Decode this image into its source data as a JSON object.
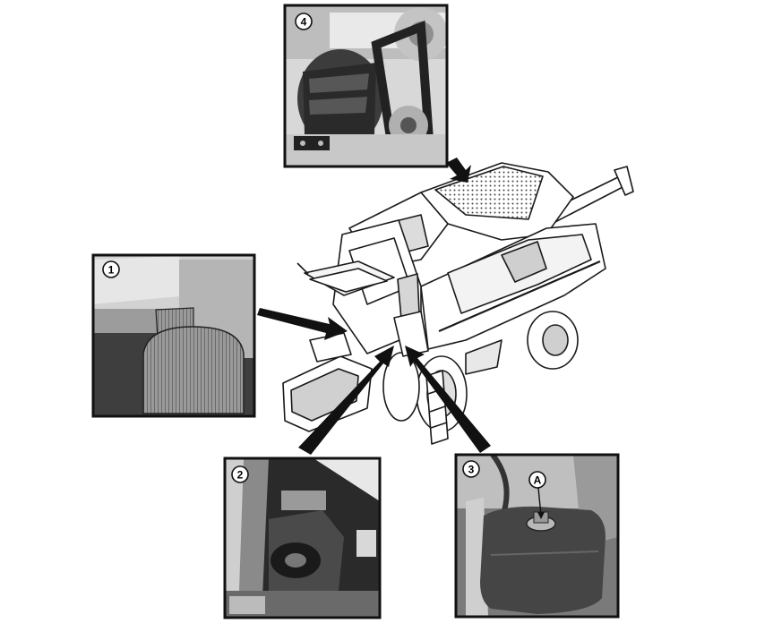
{
  "callouts": [
    {
      "id": "4",
      "label": "4"
    },
    {
      "id": "1",
      "label": "1"
    },
    {
      "id": "2",
      "label": "2"
    },
    {
      "id": "3",
      "label": "3"
    }
  ],
  "annotation": {
    "label": "A"
  },
  "colors": {
    "frame": "#111111",
    "machine_line": "#1a1a1a",
    "photo_dark": "#3a3a3a",
    "photo_mid": "#8a8a8a",
    "photo_light": "#cfcfcf"
  }
}
